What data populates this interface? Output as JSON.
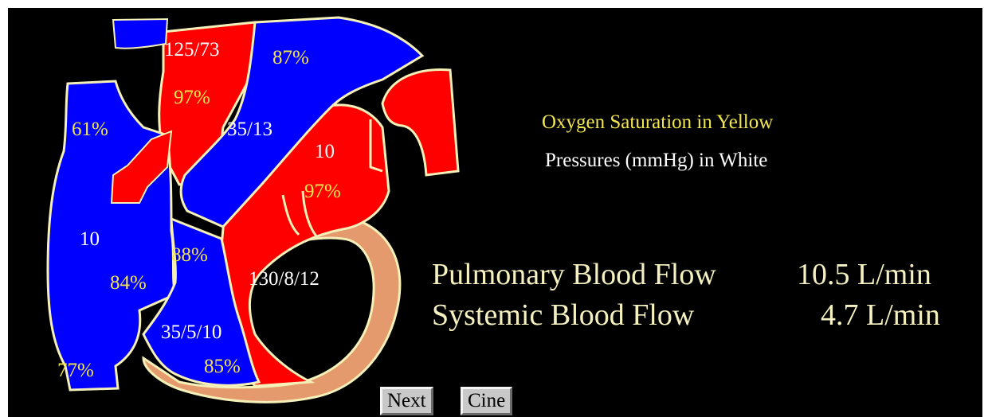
{
  "legend": {
    "saturation": "Oxygen Saturation in Yellow",
    "pressure": "Pressures (mmHg) in White"
  },
  "flows": [
    {
      "label": "Pulmonary Blood Flow",
      "value": "10.5 L/min"
    },
    {
      "label": "Systemic Blood Flow",
      "value": "4.7 L/min"
    }
  ],
  "diagram": {
    "aorta_pressure": "125/73",
    "aorta_saturation": "97%",
    "pa_saturation": "87%",
    "pa_pressure": "35/13",
    "svc_saturation": "61%",
    "la_pressure": "10",
    "la_saturation": "97%",
    "ra_pressure": "10",
    "ra_saturation_upper": "88%",
    "ra_saturation": "84%",
    "lv_pressure": "130/8/12",
    "rv_pressure": "35/5/10",
    "rv_saturation": "85%",
    "ivc_saturation": "77%",
    "colors": {
      "deoxygenated": "#0000ff",
      "oxygenated": "#ff0000",
      "myocardium": "#e49a6c",
      "outline": "#f5f0b8"
    }
  },
  "buttons": {
    "next": "Next",
    "cine": "Cine"
  }
}
